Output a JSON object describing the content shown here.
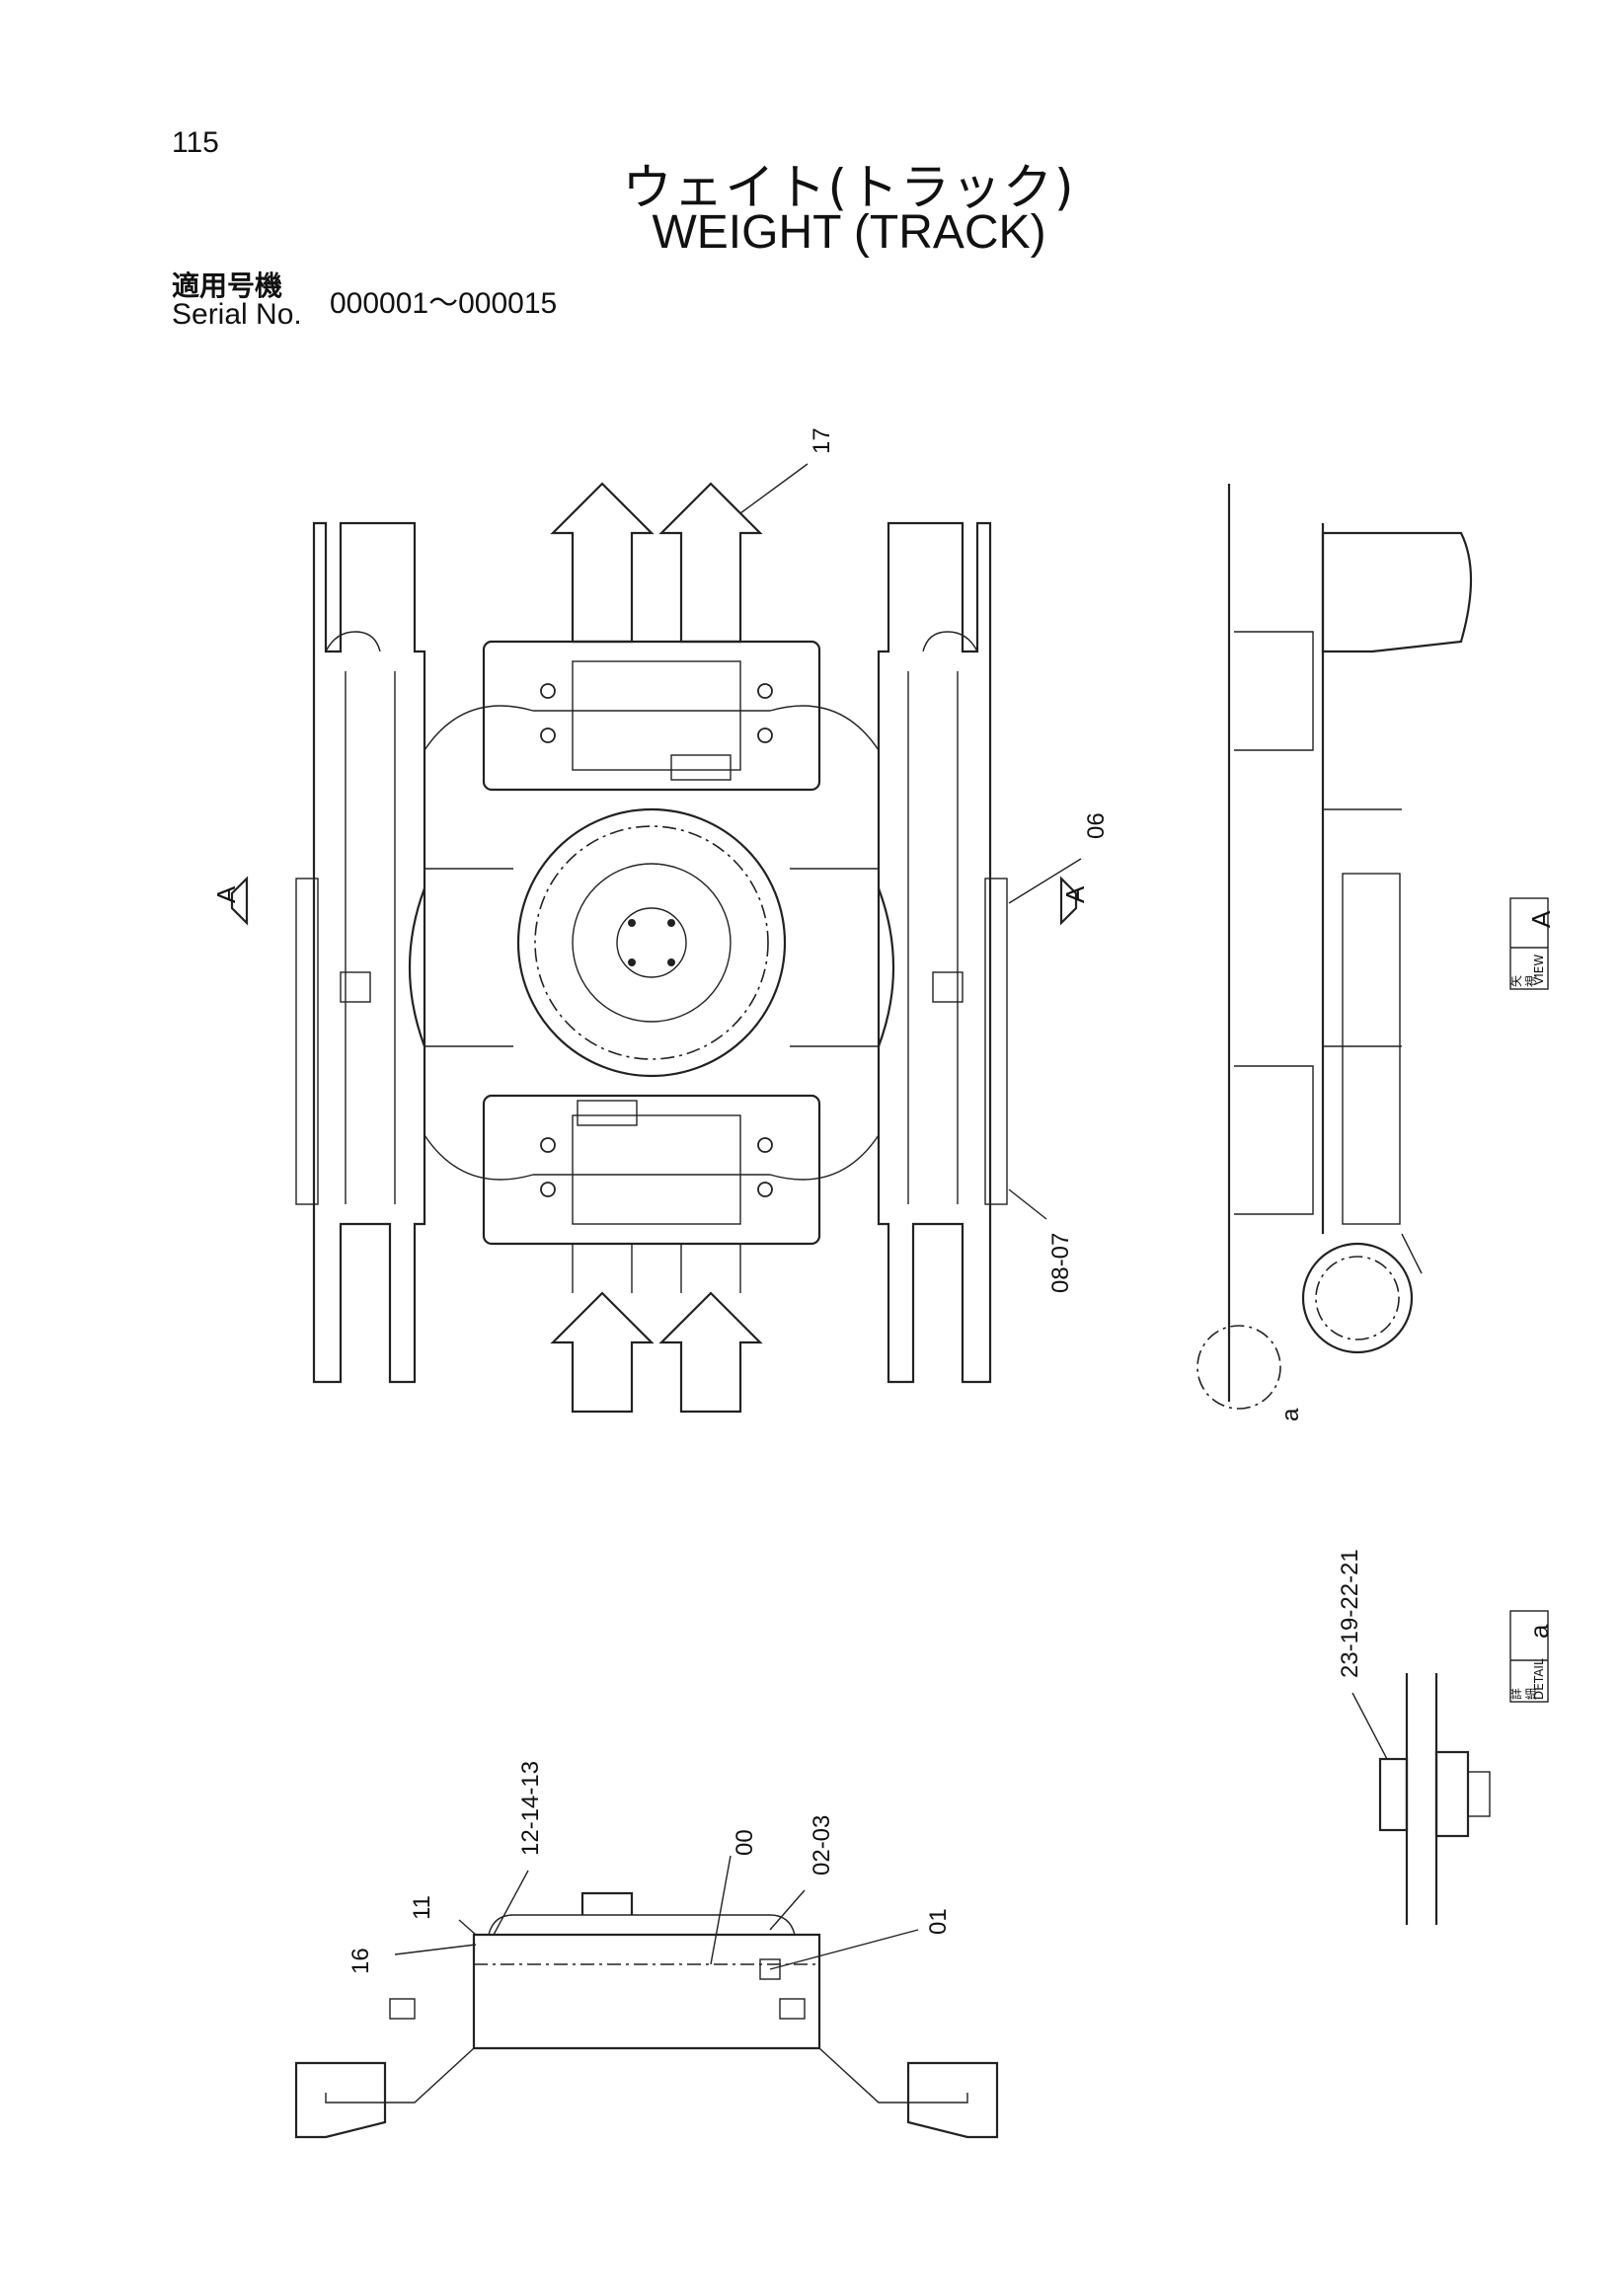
{
  "page_number": "115",
  "title_jp": "ウェイト(トラック)",
  "title_en": "WEIGHT (TRACK)",
  "serial_label_jp": "適用号機",
  "serial_label_en": "Serial No.",
  "serial_range": "000001～000015",
  "view_marker": {
    "jp_top": "矢",
    "jp_bottom": "視",
    "en": "VIEW",
    "letter": "A"
  },
  "detail_marker": {
    "jp_top": "詳",
    "jp_bottom": "細",
    "en": "DETAIL",
    "letter": "a"
  },
  "section_arrow_letter": "A",
  "detail_circle_letter": "a",
  "callouts": {
    "c17": "17",
    "c06": "06",
    "c0807": "08-07",
    "c23192221": "23-19-22-21",
    "c121413": "12-14-13",
    "c11": "11",
    "c16": "16",
    "c00": "00",
    "c0203": "02-03",
    "c01": "01"
  }
}
